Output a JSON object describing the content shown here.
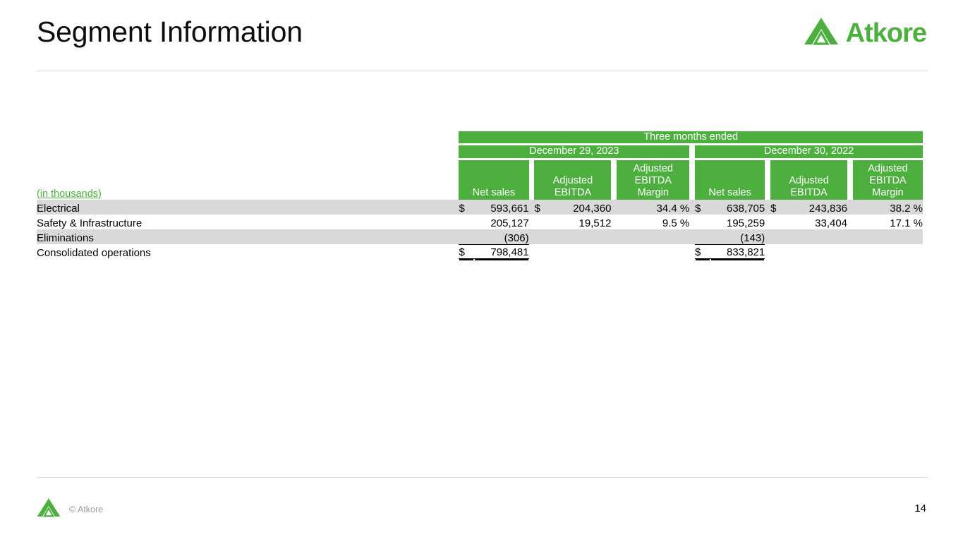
{
  "slide": {
    "title": "Segment Information",
    "page_number": "14"
  },
  "brand": {
    "name": "Atkore",
    "logo_icon": "atkore-triangle-icon",
    "green": "#4CAF3E"
  },
  "footer": {
    "copyright": "© Atkore",
    "logo_icon": "atkore-triangle-icon"
  },
  "table": {
    "units_label": "(in thousands)",
    "period_header": "Three months ended",
    "groups": [
      {
        "date": "December 29, 2023",
        "columns": [
          "Net sales",
          "Adjusted EBITDA",
          "Adjusted EBITDA Margin"
        ]
      },
      {
        "date": "December 30, 2022",
        "columns": [
          "Net sales",
          "Adjusted EBITDA",
          "Adjusted EBITDA Margin"
        ]
      }
    ],
    "column_labels": {
      "net_sales": "Net sales",
      "adj_ebitda_l1": "Adjusted",
      "adj_ebitda_l2": "EBITDA",
      "adj_margin_l1": "Adjusted",
      "adj_margin_l2": "EBITDA",
      "adj_margin_l3": "Margin"
    },
    "rows": [
      {
        "label": "Electrical",
        "shaded": true,
        "y2023": {
          "net_sales_cur": "$",
          "net_sales": "593,661",
          "ebitda_cur": "$",
          "ebitda": "204,360",
          "margin": "34.4 %"
        },
        "y2022": {
          "net_sales_cur": "$",
          "net_sales": "638,705",
          "ebitda_cur": "$",
          "ebitda": "243,836",
          "margin": "38.2 %"
        }
      },
      {
        "label": "Safety & Infrastructure",
        "shaded": false,
        "y2023": {
          "net_sales_cur": "",
          "net_sales": "205,127",
          "ebitda_cur": "",
          "ebitda": "19,512",
          "margin": "9.5 %"
        },
        "y2022": {
          "net_sales_cur": "",
          "net_sales": "195,259",
          "ebitda_cur": "",
          "ebitda": "33,404",
          "margin": "17.1 %"
        }
      },
      {
        "label": "Eliminations",
        "shaded": true,
        "y2023": {
          "net_sales_cur": "",
          "net_sales": "(306)",
          "ebitda_cur": "",
          "ebitda": "",
          "margin": ""
        },
        "y2022": {
          "net_sales_cur": "",
          "net_sales": "(143)",
          "ebitda_cur": "",
          "ebitda": "",
          "margin": ""
        }
      },
      {
        "label": "Consolidated operations",
        "shaded": false,
        "total": true,
        "y2023": {
          "net_sales_cur": "$",
          "net_sales": "798,481",
          "ebitda_cur": "",
          "ebitda": "",
          "margin": ""
        },
        "y2022": {
          "net_sales_cur": "$",
          "net_sales": "833,821",
          "ebitda_cur": "",
          "ebitda": "",
          "margin": ""
        }
      }
    ]
  }
}
